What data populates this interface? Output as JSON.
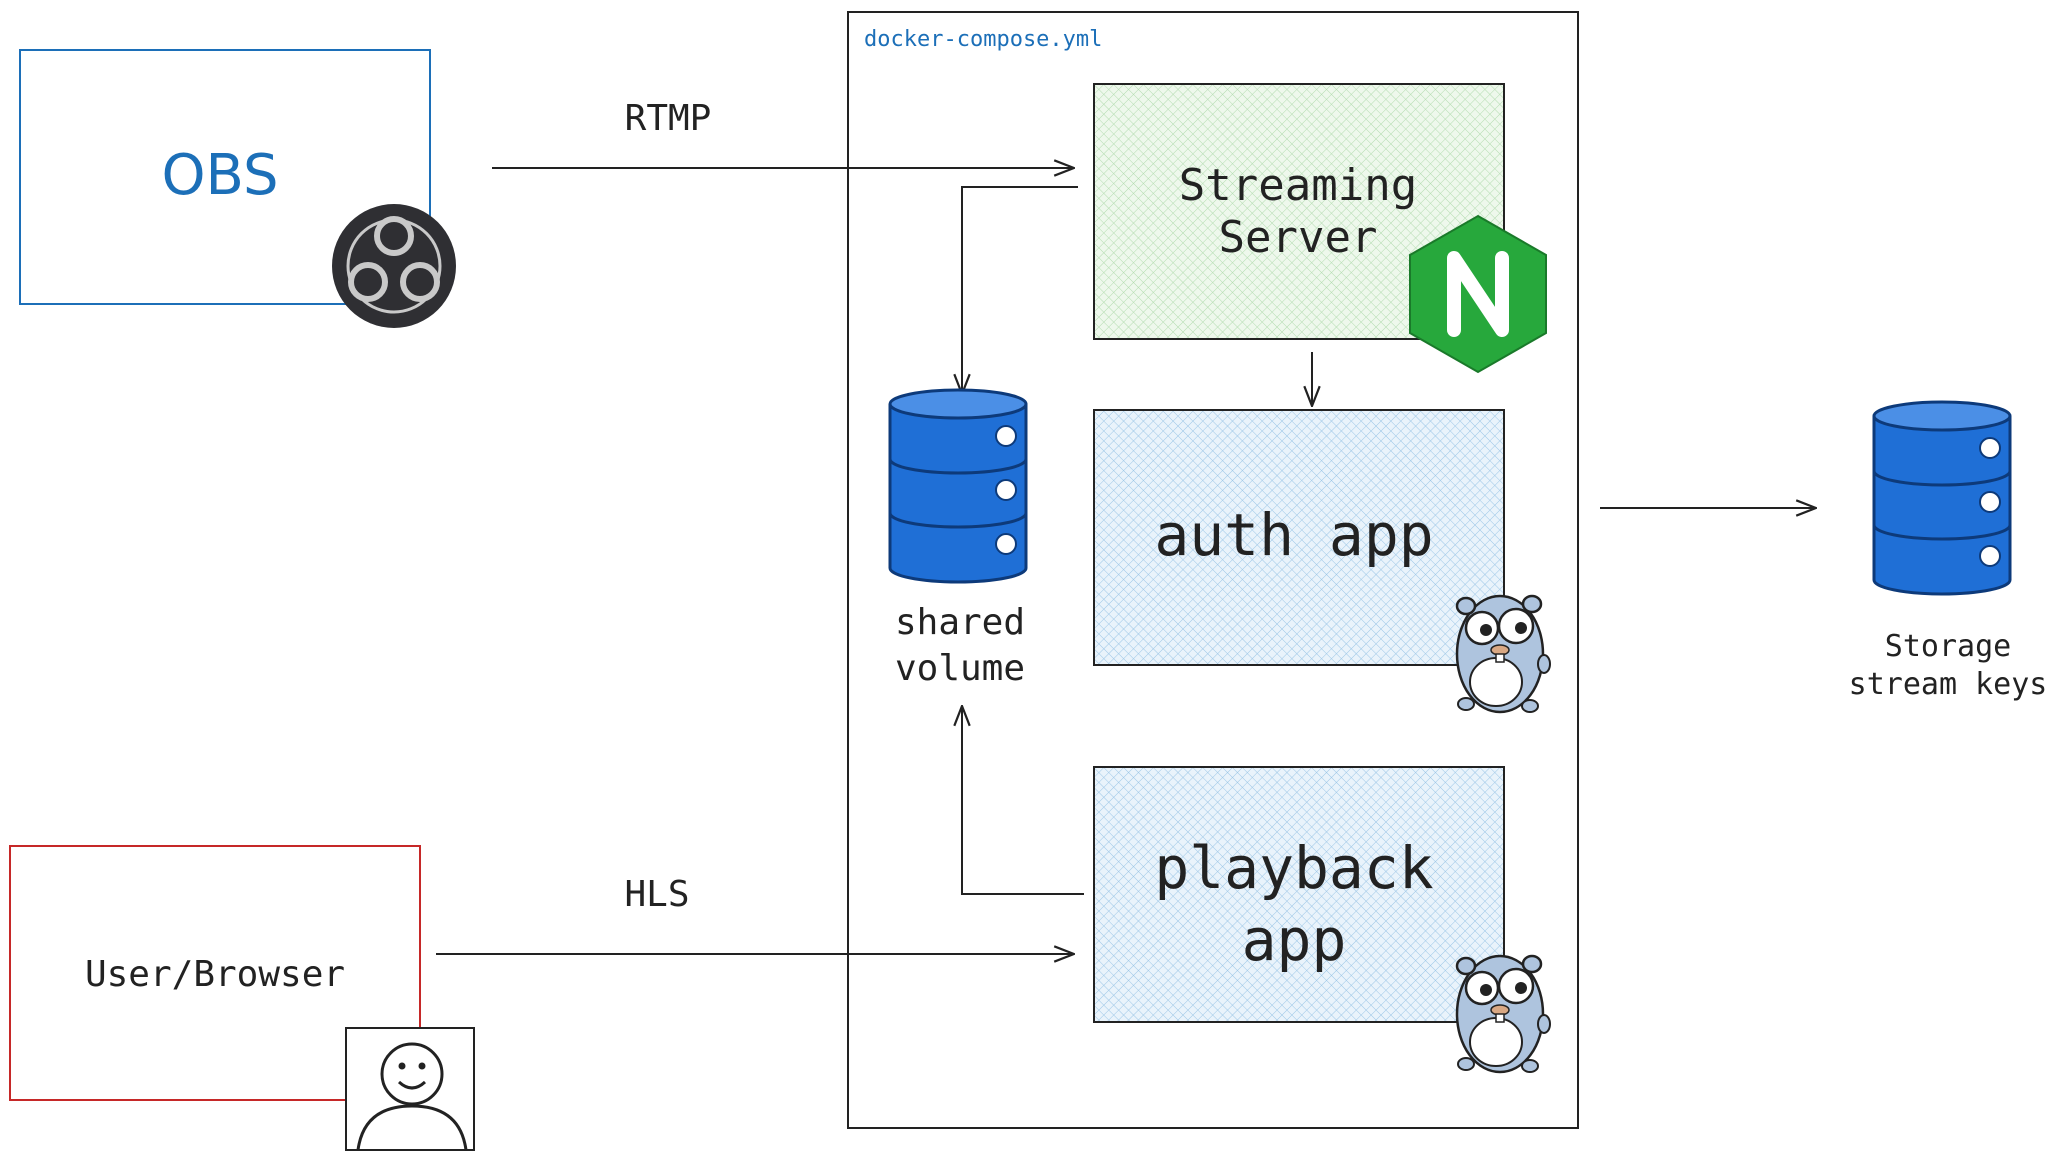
{
  "compose": {
    "filename": "docker-compose.yml"
  },
  "obs": {
    "label": "OBS"
  },
  "browser": {
    "label": "User/Browser"
  },
  "edges": {
    "rtmp": "RTMP",
    "hls": "HLS"
  },
  "streaming_server": {
    "line1": "Streaming",
    "line2": "Server"
  },
  "auth_app": {
    "label": "auth app"
  },
  "playback_app": {
    "line1": "playback",
    "line2": "app"
  },
  "shared_volume": {
    "line1": "shared",
    "line2": "volume"
  },
  "storage": {
    "line1": "Storage",
    "line2": "stream keys"
  },
  "colors": {
    "obs_blue": "#1c6fb8",
    "browser_red": "#c62828",
    "db_blue": "#1f6fd6",
    "nginx_green": "#27a83c",
    "gopher": "#aec4de",
    "green_fill": "#e6f5e4",
    "blue_fill": "#dfeefa"
  },
  "icons": [
    "obs-logo-icon",
    "nginx-logo-icon",
    "gopher-icon",
    "smiley-user-icon",
    "database-icon"
  ]
}
